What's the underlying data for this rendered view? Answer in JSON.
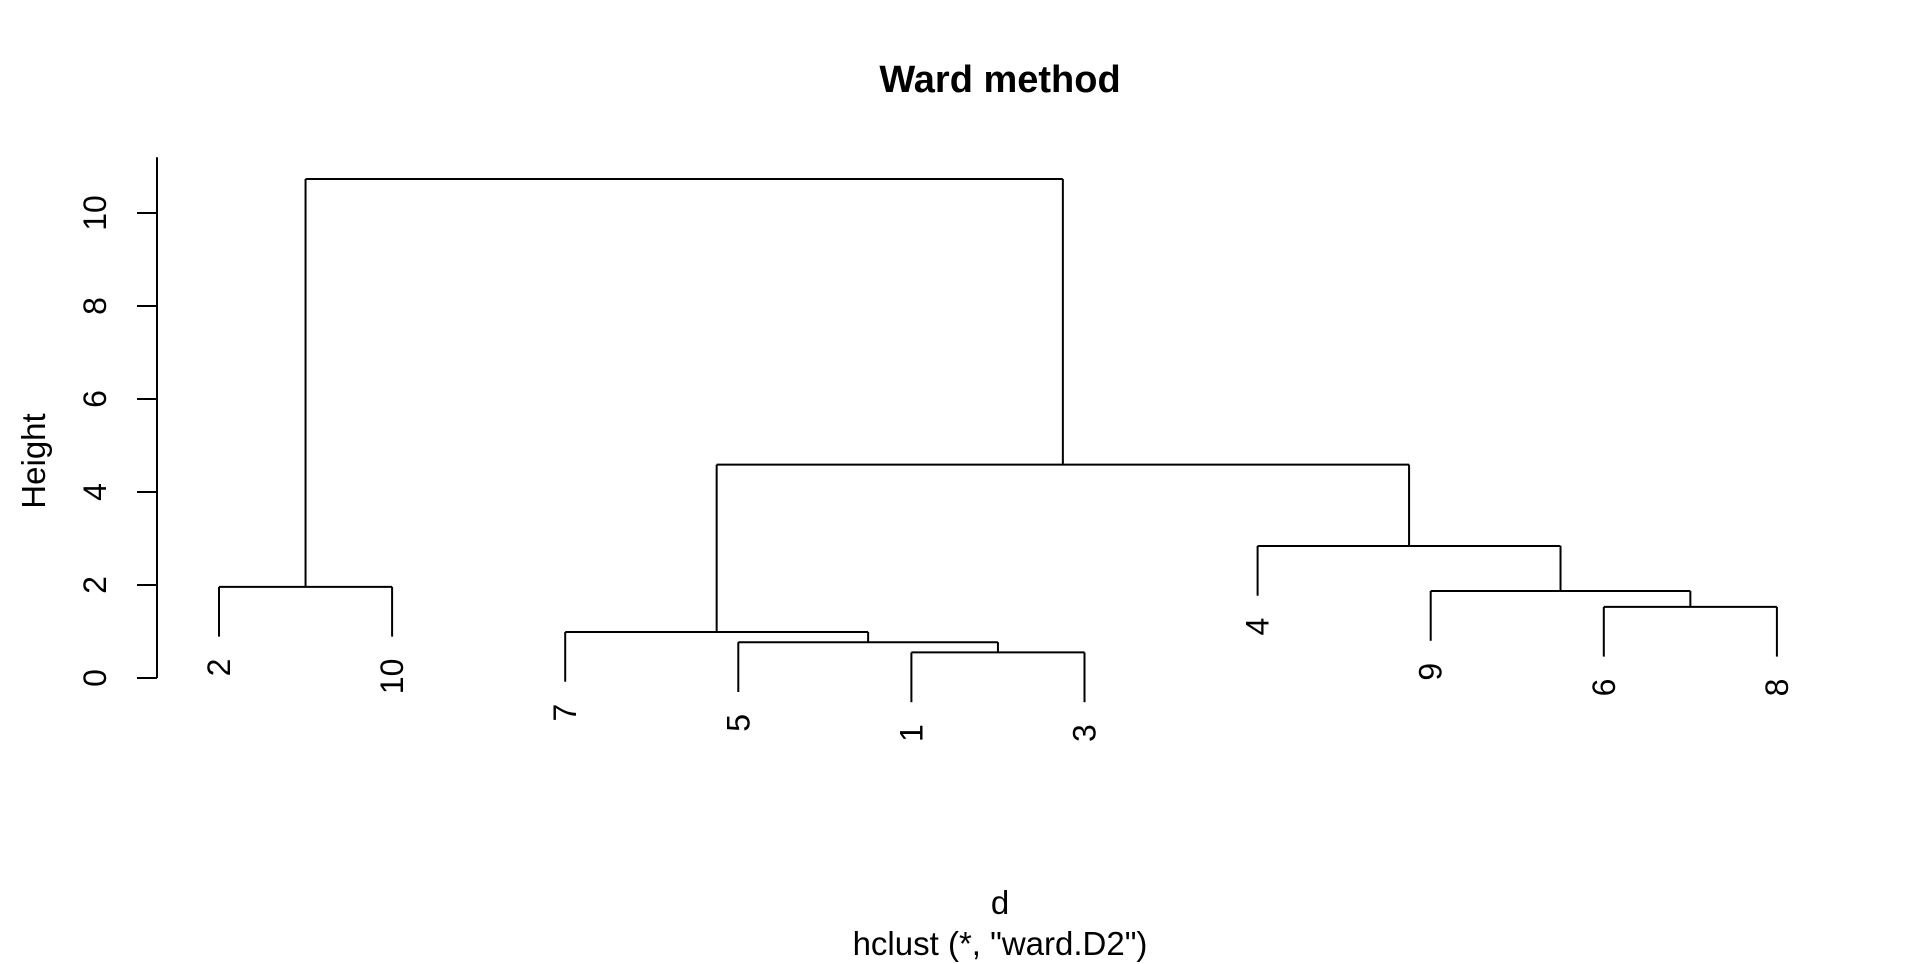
{
  "page": {
    "background": "#ffffff",
    "line_color": "#000000",
    "text_color": "#000000"
  },
  "title": "Ward method",
  "y_axis": {
    "label": "Height",
    "ticks": [
      0,
      2,
      4,
      6,
      8,
      10
    ]
  },
  "caption": {
    "line1": "d",
    "line2": "hclust (*, \"ward.D2\")"
  },
  "chart_data": {
    "type": "dendrogram",
    "title": "Ward method",
    "ylabel": "Height",
    "xlabel": "d",
    "call": "hclust (*, \"ward.D2\")",
    "linkage_method": "ward.D2",
    "leaf_order": [
      "2",
      "10",
      "7",
      "5",
      "1",
      "3",
      "4",
      "9",
      "6",
      "8"
    ],
    "yticks": [
      0,
      2,
      4,
      6,
      8,
      10
    ],
    "ylim": [
      0,
      11.2
    ],
    "hang": 1.07,
    "grid": false,
    "merge_heights": {
      "1+3": 0.55,
      "5+(1,3)": 0.77,
      "7+(5,1,3)": 0.99,
      "6+8": 1.53,
      "9+(6,8)": 1.87,
      "2+10": 1.96,
      "4+(9,6,8)": 2.84,
      "(7,5,1,3)+(4,9,6,8)": 4.59,
      "root": 10.73
    },
    "tree": {
      "height": 10.73,
      "children": [
        {
          "height": 1.96,
          "children": [
            {
              "leaf": "2"
            },
            {
              "leaf": "10"
            }
          ]
        },
        {
          "height": 4.59,
          "children": [
            {
              "height": 0.99,
              "children": [
                {
                  "leaf": "7"
                },
                {
                  "height": 0.77,
                  "children": [
                    {
                      "leaf": "5"
                    },
                    {
                      "height": 0.55,
                      "children": [
                        {
                          "leaf": "1"
                        },
                        {
                          "leaf": "3"
                        }
                      ]
                    }
                  ]
                }
              ]
            },
            {
              "height": 2.84,
              "children": [
                {
                  "leaf": "4"
                },
                {
                  "height": 1.87,
                  "children": [
                    {
                      "leaf": "9"
                    },
                    {
                      "height": 1.53,
                      "children": [
                        {
                          "leaf": "6"
                        },
                        {
                          "leaf": "8"
                        }
                      ]
                    }
                  ]
                }
              ]
            }
          ]
        }
      ]
    }
  }
}
